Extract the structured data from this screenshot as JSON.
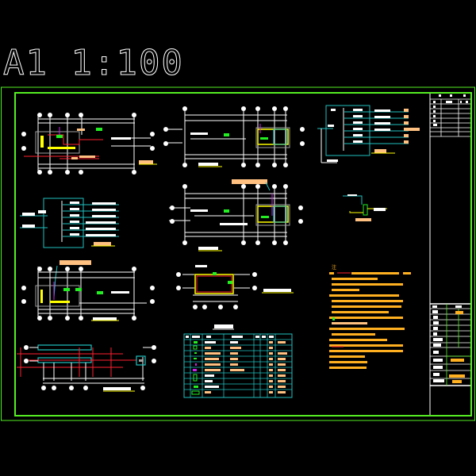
{
  "sheet": {
    "title": "A1  1:100",
    "paper_size": "A1",
    "scale": "1:100",
    "colors": {
      "background": "#000000",
      "border": "#55ee22",
      "lines": "#ffffff",
      "cyan": "#20c0c0",
      "yellow": "#ffff00",
      "red": "#ff2030",
      "green": "#22ee22",
      "orange_text": "#ffc080",
      "notes_text": "#ffb020",
      "magenta": "#cc22ee",
      "gray": "#a0a0a0"
    }
  },
  "drawings": [
    {
      "id": "plan-1",
      "label": "floor-plan-top-left",
      "has_caption": true
    },
    {
      "id": "plan-2",
      "label": "floor-plan-top-center",
      "has_caption": true
    },
    {
      "id": "plan-3",
      "label": "floor-plan-middle-center",
      "has_caption": true
    },
    {
      "id": "plan-4",
      "label": "floor-plan-middle-left",
      "has_caption": true
    },
    {
      "id": "plan-5",
      "label": "roof-plan-bottom-left",
      "has_caption": true
    },
    {
      "id": "plan-6",
      "label": "small-room-plan",
      "has_caption": true
    },
    {
      "id": "diag-1",
      "label": "distribution-panel-diagram-right",
      "rows": 6
    },
    {
      "id": "diag-2",
      "label": "distribution-panel-diagram-left",
      "rows": 6
    },
    {
      "id": "diag-3",
      "label": "grounding-detail"
    }
  ],
  "legend_table": {
    "rows": 11,
    "columns": 8
  },
  "notes": {
    "heading": "注",
    "item_count": 6
  },
  "title_block": {
    "top_rows": 8,
    "bottom_rows": 12
  }
}
